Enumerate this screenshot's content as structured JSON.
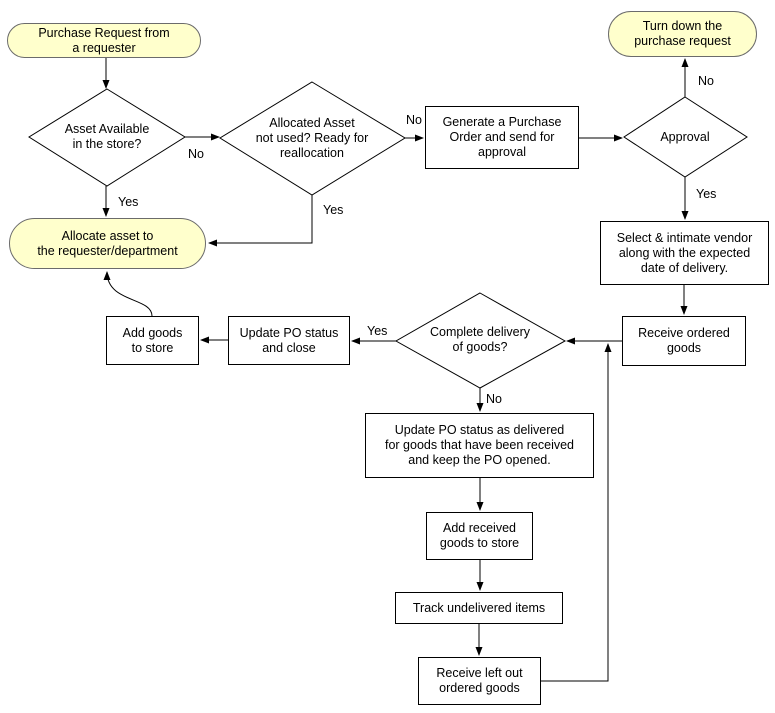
{
  "diagram_type": "flowchart",
  "colors": {
    "background": "#ffffff",
    "terminator_fill": "#ffffcc",
    "terminator_border": "#6b6b6b",
    "process_fill": "#ffffff",
    "process_border": "#000000",
    "connector": "#000000",
    "text": "#000000"
  },
  "nodes": {
    "purchase_request": {
      "shape": "terminator",
      "label": "Purchase Request from\na requester"
    },
    "asset_available": {
      "shape": "decision",
      "label": "Asset Available\nin the store?"
    },
    "allocated_asset": {
      "shape": "decision",
      "label": "Allocated Asset\nnot used? Ready for\nreallocation"
    },
    "generate_po": {
      "shape": "process",
      "label": "Generate a Purchase\nOrder and send for\napproval"
    },
    "approval": {
      "shape": "decision",
      "label": "Approval"
    },
    "turn_down": {
      "shape": "terminator",
      "label": "Turn down the\npurchase request"
    },
    "select_vendor": {
      "shape": "process",
      "label": "Select & intimate vendor\nalong with the expected\ndate of delivery."
    },
    "receive_goods": {
      "shape": "process",
      "label": "Receive ordered\ngoods"
    },
    "complete_delivery": {
      "shape": "decision",
      "label": "Complete delivery\nof goods?"
    },
    "update_po_close": {
      "shape": "process",
      "label": "Update PO status\nand close"
    },
    "add_goods_store": {
      "shape": "process",
      "label": "Add goods\nto store"
    },
    "allocate_asset": {
      "shape": "terminator",
      "label": "Allocate asset to\nthe requester/department"
    },
    "update_po_delivered": {
      "shape": "process",
      "label": "Update PO status as delivered\nfor goods that have been received\nand keep the PO opened."
    },
    "add_received": {
      "shape": "process",
      "label": "Add received\ngoods to store"
    },
    "track_undelivered": {
      "shape": "process",
      "label": "Track undelivered items"
    },
    "receive_leftout": {
      "shape": "process",
      "label": "Receive left out\nordered goods"
    }
  },
  "edge_labels": {
    "asset_available_no": "No",
    "asset_available_yes": "Yes",
    "allocated_asset_no": "No",
    "allocated_asset_yes": "Yes",
    "approval_no": "No",
    "approval_yes": "Yes",
    "complete_delivery_yes": "Yes",
    "complete_delivery_no": "No"
  }
}
